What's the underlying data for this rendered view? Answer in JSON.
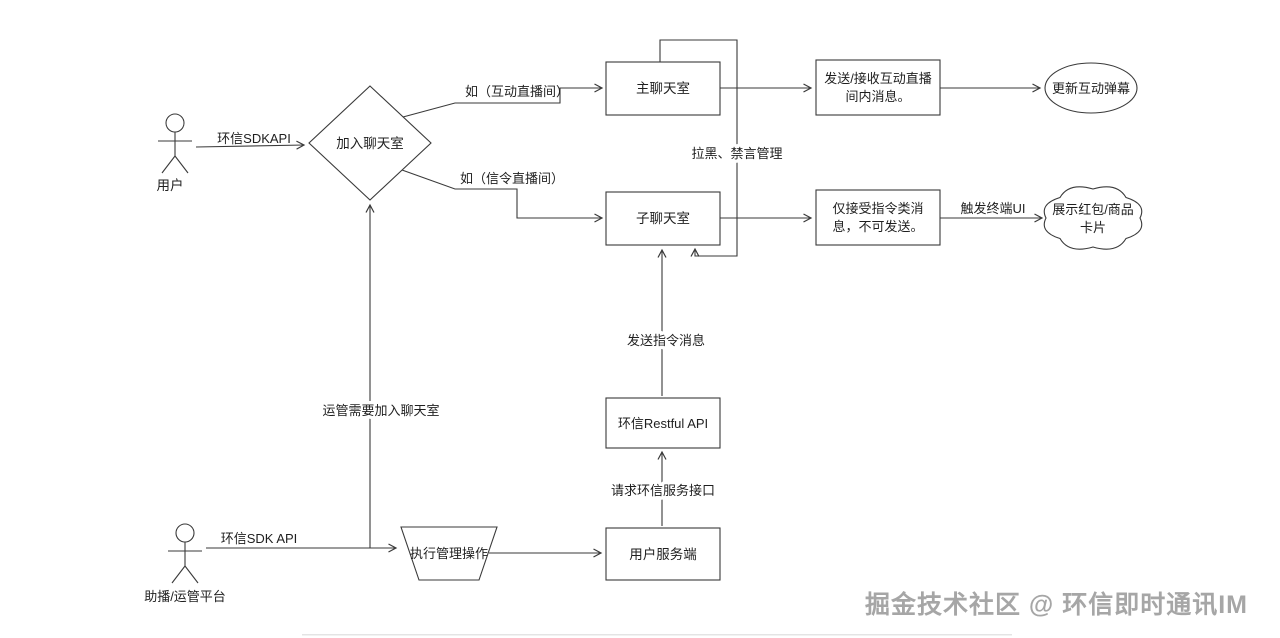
{
  "actors": {
    "user": "用户",
    "ops": "助播/运管平台"
  },
  "nodes": {
    "join_room": "加入聊天室",
    "main_room": "主聊天室",
    "sub_room": "子聊天室",
    "send_recv": {
      "line1": "发送/接收互动直播",
      "line2": "间内消息。"
    },
    "update_danmu": "更新互动弹幕",
    "cmd_only": {
      "line1": "仅接受指令类消",
      "line2": "息，不可发送。"
    },
    "show_cards": {
      "line1": "展示红包/商品",
      "line2": "卡片"
    },
    "restful_api": "环信Restful API",
    "user_server": "用户服务端",
    "exec_mgmt": "执行管理操作"
  },
  "edges": {
    "user_sdk": "环信SDKAPI",
    "cond_interactive": "如（互动直播间）",
    "cond_signal": "如（信令直播间）",
    "mute_mgmt": "拉黑、禁言管理",
    "trigger_ui": "触发终端UI",
    "send_cmd_msg": "发送指令消息",
    "request_service": "请求环信服务接口",
    "ops_need_join": "运管需要加入聊天室",
    "ops_sdk": "环信SDK API"
  },
  "watermark": "掘金技术社区 @ 环信即时通讯IM",
  "colors": {
    "line": "#3a3a3a",
    "text": "#1f1f1f",
    "watermark": "#a6a6a6",
    "background": "#ffffff"
  }
}
